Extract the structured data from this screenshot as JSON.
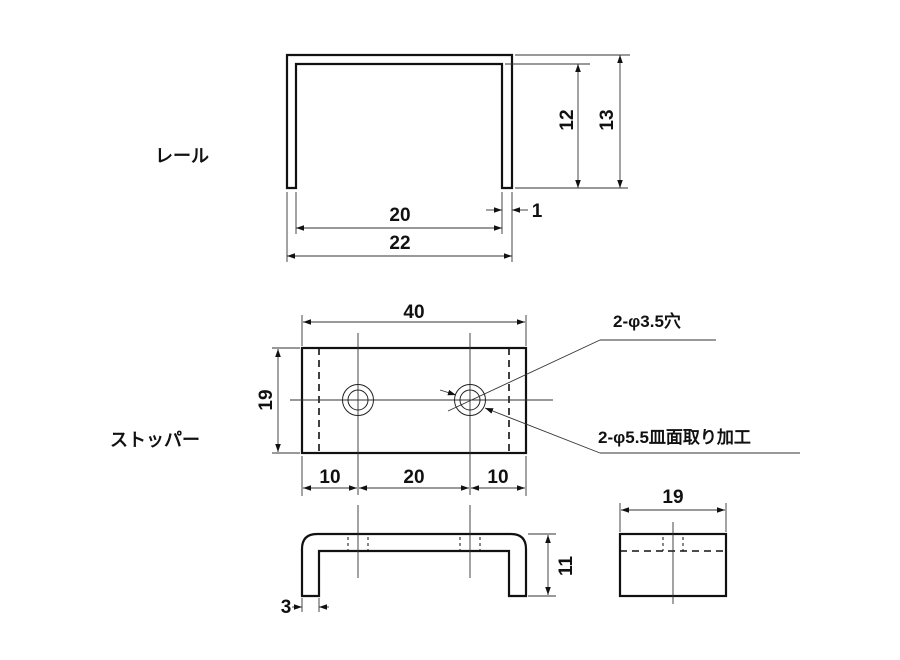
{
  "rail": {
    "label": "レール",
    "dims": {
      "inner_height": "12",
      "outer_height": "13",
      "inner_width": "20",
      "outer_width": "22",
      "thickness": "1"
    }
  },
  "stopper": {
    "label": "ストッパー",
    "top_view": {
      "length": "40",
      "width": "19",
      "edge_left": "10",
      "hole_pitch": "20",
      "edge_right": "10"
    },
    "notes": {
      "hole": "2-φ3.5穴",
      "countersink": "2-φ5.5皿面取り加工"
    },
    "side_view": {
      "height": "11",
      "thickness": "3"
    },
    "end_view": {
      "width": "19"
    }
  }
}
